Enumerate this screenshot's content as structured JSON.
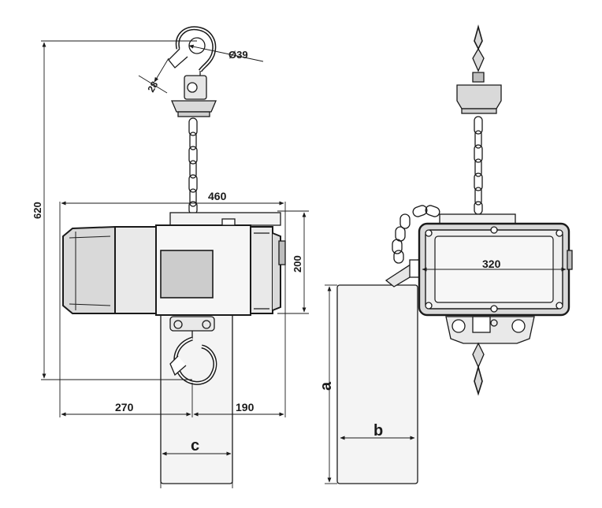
{
  "drawing": {
    "front_view": {
      "height_total": "620",
      "width_total": "460",
      "body_height": "200",
      "left_offset": "270",
      "right_offset": "190",
      "hook_throat": "Ø39",
      "hook_opening": "28",
      "bag_width_label": "c"
    },
    "side_view": {
      "body_width": "320",
      "bag_height_label": "a",
      "bag_depth_label": "b"
    }
  },
  "colors": {
    "line": "#1a1a1a",
    "shade": "#d9d9d9",
    "light": "#ececec",
    "window": "#cccccc",
    "bag": "#f4f4f4"
  }
}
